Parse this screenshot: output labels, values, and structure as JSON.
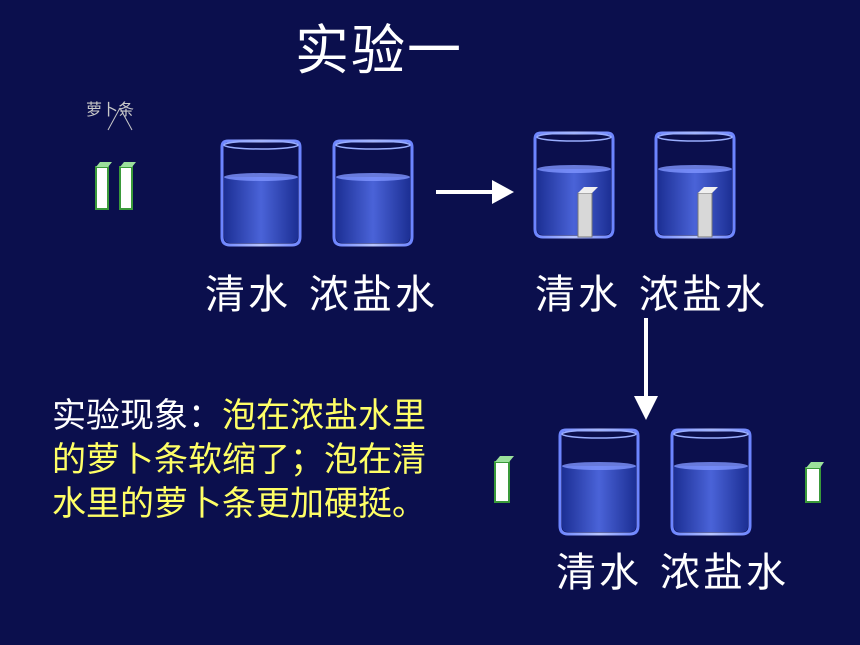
{
  "title": "实验一",
  "radish_label": "萝卜条",
  "labels": {
    "row1_left": [
      "清水",
      "浓盐水"
    ],
    "row1_right": [
      "清水",
      "浓盐水"
    ],
    "row2": [
      "清水",
      "浓盐水"
    ]
  },
  "observation": {
    "heading": "实验现象：",
    "text": "泡在浓盐水里的萝卜条软缩了；泡在清水里的萝卜条更加硬挺。"
  },
  "colors": {
    "background": "#0b0f4d",
    "water": "#3a52c8",
    "highlight": "#ffff66"
  }
}
